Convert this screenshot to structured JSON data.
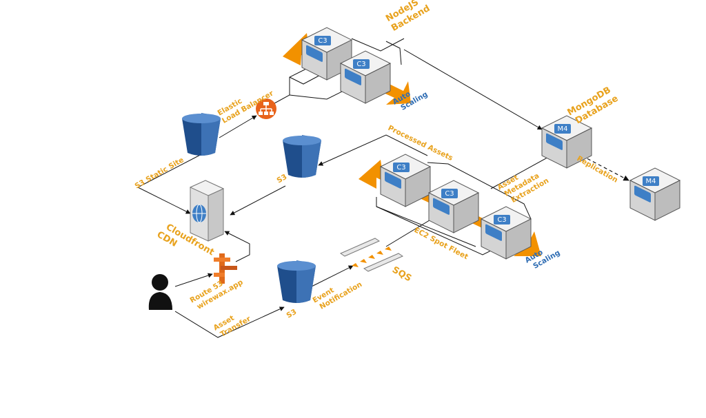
{
  "labels": {
    "nodejs_backend": [
      "NodeJS",
      "Backend"
    ],
    "elastic_lb": [
      "Elastic",
      "Load Balancer"
    ],
    "auto_scaling_top": [
      "Auto",
      "Scaling"
    ],
    "mongodb": [
      "MongoDB",
      "Database"
    ],
    "replication": "Replication",
    "s3_static_site": "S3 Static Site",
    "processed_assets": "Processed Assets",
    "s3_processed": "S3",
    "asset_metadata": [
      "Asset",
      "Metadata",
      "Extraction"
    ],
    "cloudfront": [
      "Cloudfront",
      "CDN"
    ],
    "ec2_spot_fleet": "EC2 Spot Fleet",
    "auto_scaling_bottom": [
      "Auto",
      "Scaling"
    ],
    "route53": [
      "Route 53",
      "wirewax.app"
    ],
    "sqs": "SQS",
    "event_notification": [
      "Event",
      "Notification"
    ],
    "s3_upload": "S3",
    "asset_transfer": [
      "Asset",
      "Transfer"
    ]
  },
  "chips": {
    "backend_1": "C3",
    "backend_2": "C3",
    "worker_1": "C3",
    "worker_2": "C3",
    "worker_3": "C3",
    "mongo_primary": "M4",
    "mongo_replica": "M4"
  },
  "colors": {
    "aws_orange": "#f29100",
    "label_orange": "#e8a21e",
    "label_blue": "#2f6db3",
    "s3_blue": "#2d5f9e",
    "route53_orange": "#e06a1b",
    "chip_blue": "#3e7fc6"
  }
}
